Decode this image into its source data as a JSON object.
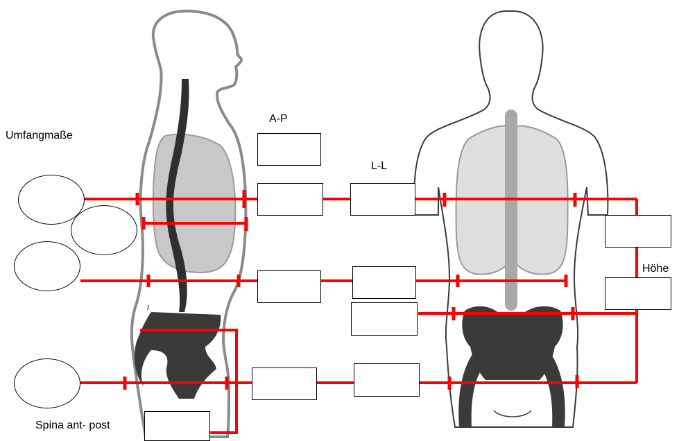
{
  "labels": {
    "circumference": "Umfangmaße",
    "ap": "A-P",
    "ll": "L-L",
    "height": "Höhe",
    "spina": "Spina ant- post"
  },
  "colors": {
    "measure_line": "#ff0000",
    "body_outline": "#8a8a8a",
    "lung_fill": "#c8c8c8",
    "spine_fill": "#2f2f2f",
    "pelvis_fill": "#3a3a3a"
  }
}
